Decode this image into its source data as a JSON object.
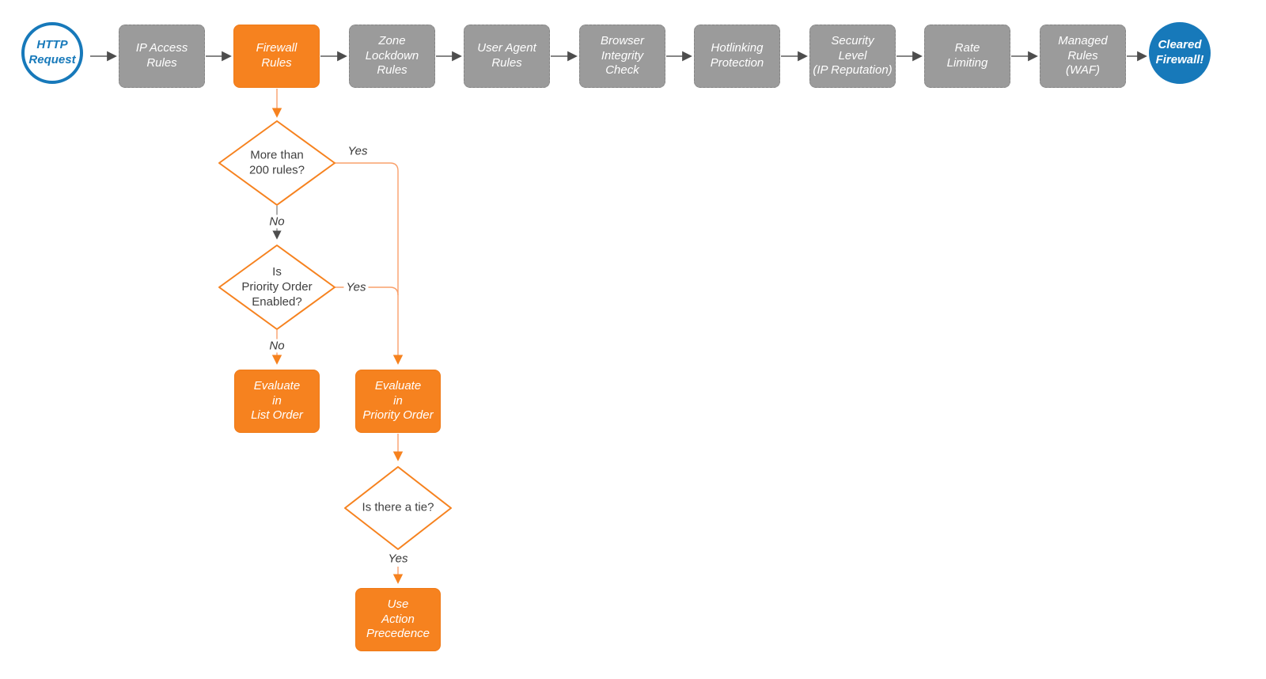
{
  "flow": {
    "start": {
      "label": "HTTP\nRequest"
    },
    "stages": [
      {
        "label": "IP Access\nRules",
        "variant": "gray"
      },
      {
        "label": "Firewall\nRules",
        "variant": "orange"
      },
      {
        "label": "Zone\nLockdown\nRules",
        "variant": "gray"
      },
      {
        "label": "User Agent\nRules",
        "variant": "gray"
      },
      {
        "label": "Browser\nIntegrity\nCheck",
        "variant": "gray"
      },
      {
        "label": "Hotlinking\nProtection",
        "variant": "gray"
      },
      {
        "label": "Security\nLevel\n(IP Reputation)",
        "variant": "gray"
      },
      {
        "label": "Rate\nLimiting",
        "variant": "gray"
      },
      {
        "label": "Managed\nRules\n(WAF)",
        "variant": "gray"
      }
    ],
    "end": {
      "label": "Cleared\nFirewall!"
    },
    "decisions": [
      {
        "label": "More than\n200 rules?"
      },
      {
        "label": "Is\nPriority Order\nEnabled?"
      },
      {
        "label": "Is there a tie?"
      }
    ],
    "actions": [
      {
        "label": "Evaluate\nin\nList Order"
      },
      {
        "label": "Evaluate\nin\nPriority Order"
      },
      {
        "label": "Use\nAction\nPrecedence"
      }
    ],
    "edge_labels": {
      "d1_yes": "Yes",
      "d1_no": "No",
      "d2_yes": "Yes",
      "d2_no": "No",
      "d3_yes": "Yes"
    },
    "colors": {
      "orange": "#f6821f",
      "orange_line": "#f9a06b",
      "blue": "#1779ba",
      "gray_fill": "#9b9b9b",
      "gray_line": "#5e5e5e",
      "text_dark": "#404040"
    }
  }
}
